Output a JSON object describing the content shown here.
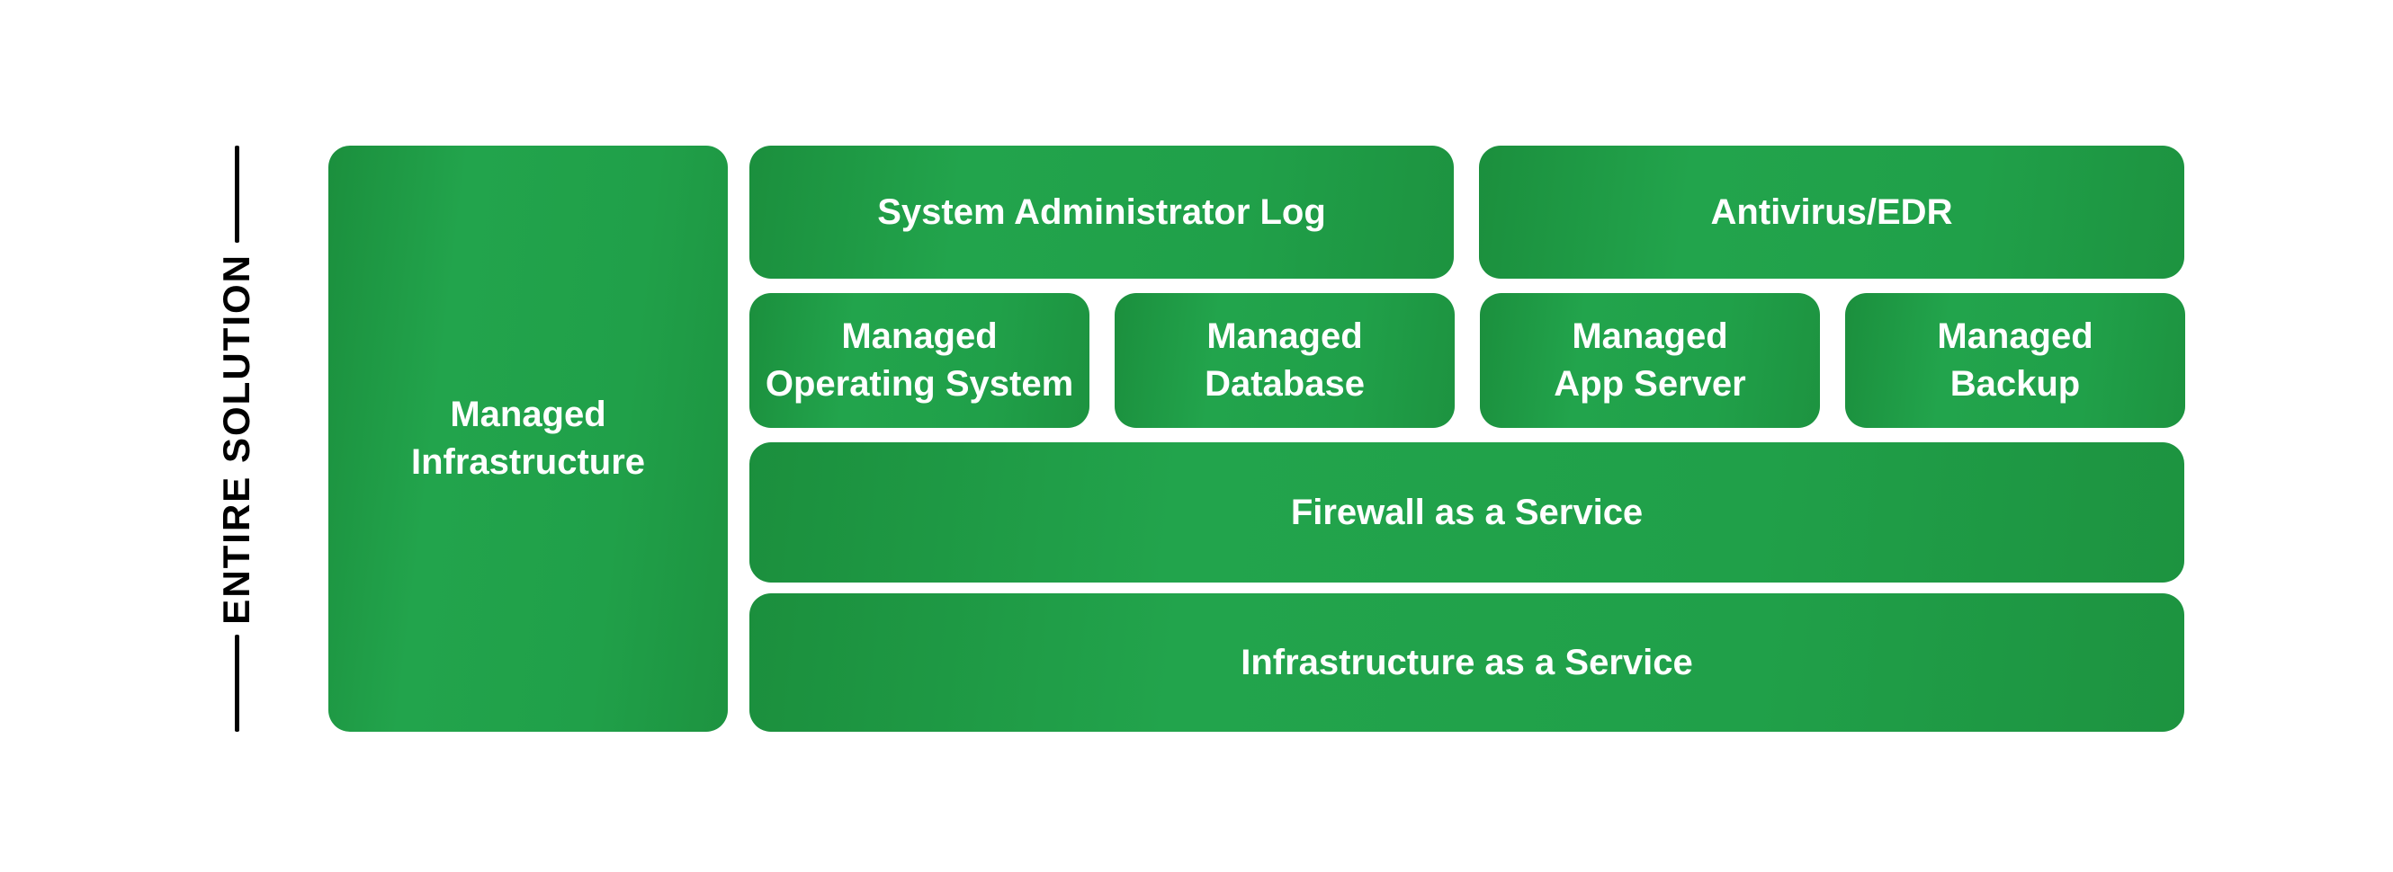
{
  "left_rail": {
    "label": "ENTIRE SOLUTION"
  },
  "stack": {
    "pillar": {
      "label": "Managed\nInfrastructure"
    },
    "rows": [
      {
        "cells": [
          {
            "label": "System Administrator Log"
          },
          {
            "label": "Antivirus/EDR"
          }
        ]
      },
      {
        "cells": [
          {
            "label": "Managed\nOperating System"
          },
          {
            "label": "Managed\nDatabase"
          },
          {
            "label": "Managed\nApp Server"
          },
          {
            "label": "Managed\nBackup"
          }
        ]
      },
      {
        "cells": [
          {
            "label": "Firewall as a Service"
          }
        ]
      },
      {
        "cells": [
          {
            "label": "Infrastructure as a Service"
          }
        ]
      }
    ]
  },
  "colors": {
    "background": "#ffffff",
    "green_dark": "#1b8f3d",
    "green_light": "#22a44c",
    "green_mid": "#20a049",
    "green_right": "#1d9340",
    "text_on_green": "#ffffff",
    "rail_color": "#000000"
  }
}
